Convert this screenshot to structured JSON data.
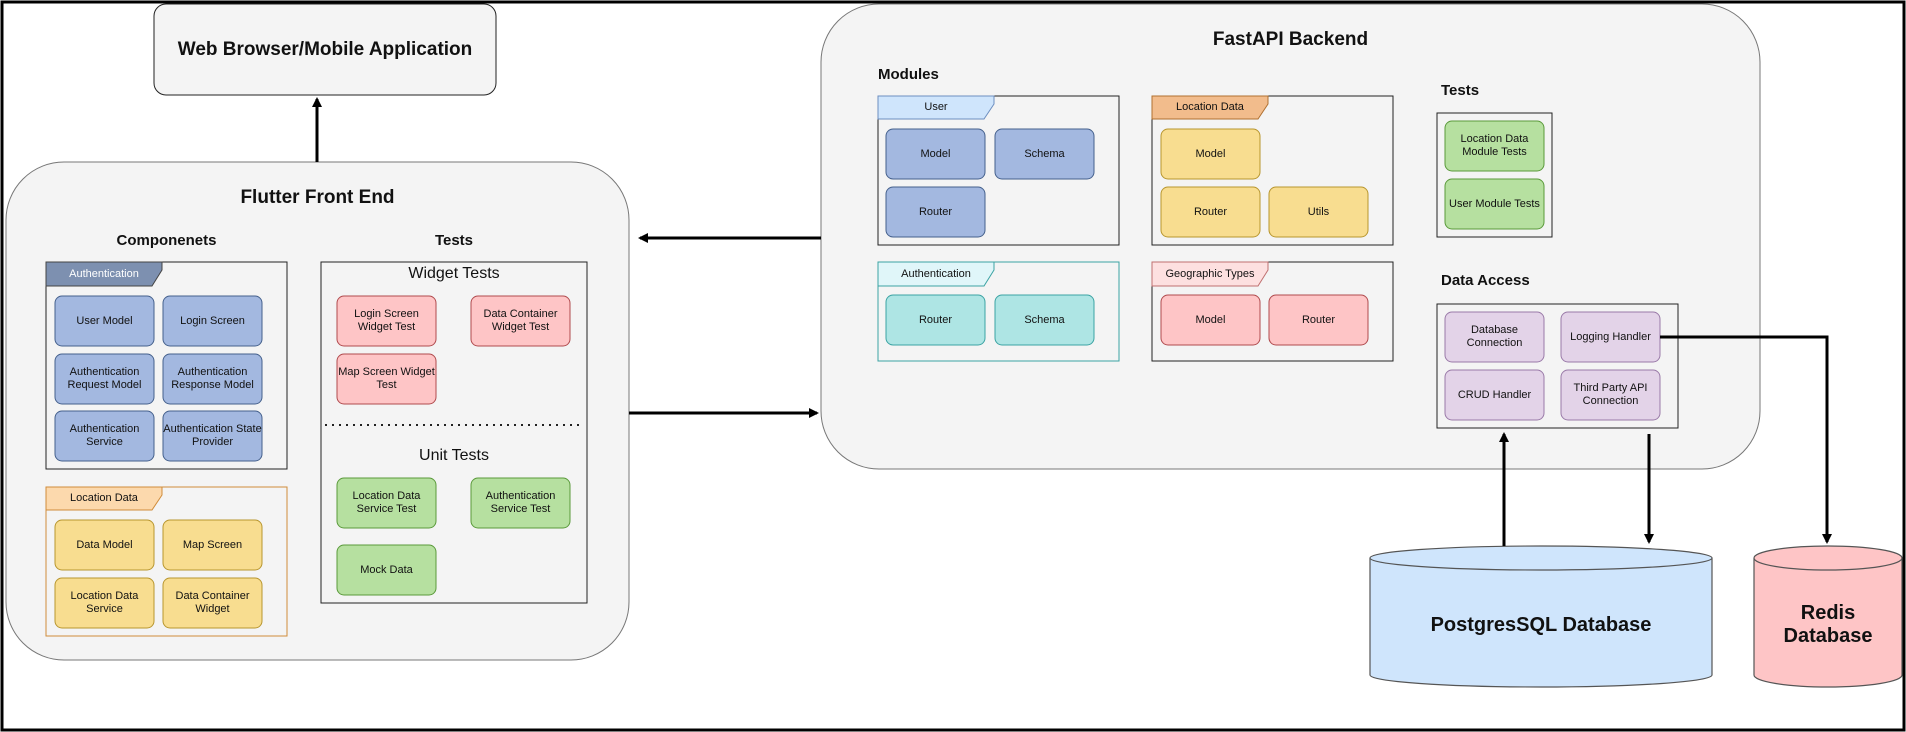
{
  "client": {
    "title": "Web Browser/Mobile Application"
  },
  "frontend": {
    "title": "Flutter Front End",
    "components_heading": "Componenets",
    "tests_heading": "Tests",
    "auth_tab": "Authentication",
    "auth_items": [
      "User Model",
      "Login Screen",
      "Authentication Request Model",
      "Authentication Response Model",
      "Authentication Service",
      "Authentication State Provider"
    ],
    "location_tab": "Location Data",
    "location_items": [
      "Data Model",
      "Map Screen",
      "Location Data Service",
      "Data Container Widget"
    ],
    "widget_tests_label": "Widget Tests",
    "widget_tests": [
      "Login Screen Widget Test",
      "Data Container Widget Test",
      "Map Screen Widget Test"
    ],
    "unit_tests_label": "Unit Tests",
    "unit_tests": [
      "Location Data Service Test",
      "Authentication Service Test",
      "Mock Data"
    ]
  },
  "backend": {
    "title": "FastAPI Backend",
    "modules_heading": "Modules",
    "user": {
      "tab": "User",
      "items": [
        "Model",
        "Schema",
        "Router"
      ]
    },
    "location": {
      "tab": "Location Data",
      "items": [
        "Model",
        "Router",
        "Utils"
      ]
    },
    "auth": {
      "tab": "Authentication",
      "items": [
        "Router",
        "Schema"
      ]
    },
    "geo": {
      "tab": "Geographic Types",
      "items": [
        "Model",
        "Router"
      ]
    },
    "tests_heading": "Tests",
    "tests": [
      "Location Data Module Tests",
      "User Module Tests"
    ],
    "data_access_heading": "Data Access",
    "data_access": [
      "Database Connection",
      "Logging Handler",
      "CRUD Handler",
      "Third Party API Connection"
    ]
  },
  "databases": {
    "postgres": "PostgresSQL Database",
    "redis": "Redis Database"
  },
  "colors": {
    "container": "#f4f4f4",
    "blue": "#a3b8e0",
    "yellow": "#f8dd90",
    "pink": "#fec5c6",
    "green": "#b6e0a0",
    "teal": "#aee5e4",
    "lavender": "#e3d3e8",
    "postgres": "#cfe5fc",
    "redis": "#fec5c6"
  }
}
